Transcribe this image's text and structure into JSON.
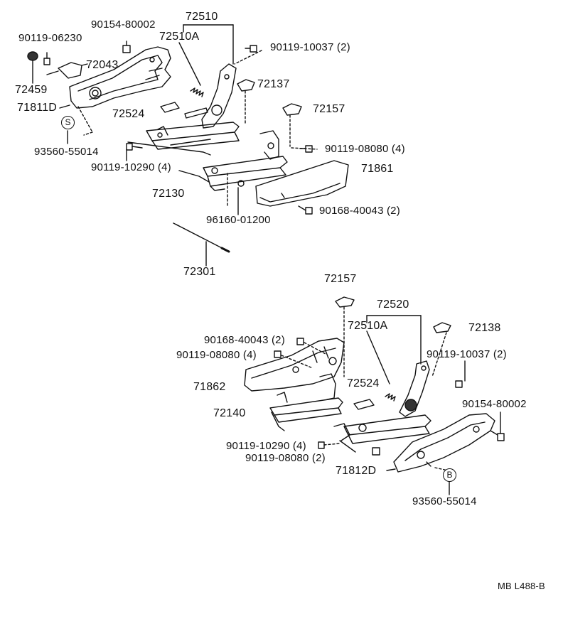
{
  "diagram": {
    "figure_code": "MB L488-B",
    "upper_assembly": {
      "labels": {
        "p72510": "72510",
        "p72510a": "72510A",
        "p90154": "90154-80002",
        "p90119_06230": "90119-06230",
        "p90119_10037": "90119-10037 (2)",
        "p72043": "72043",
        "p72459": "72459",
        "p72137": "72137",
        "p71811d": "71811D",
        "p72524": "72524",
        "p72157": "72157",
        "p93560": "93560-55014",
        "p90119_08080": "90119-08080 (4)",
        "p90119_10290": "90119-10290 (4)",
        "p71861": "71861",
        "p72130": "72130",
        "p90168": "90168-40043 (2)",
        "p96160": "96160-01200",
        "p72301": "72301",
        "badge_s": "S"
      }
    },
    "lower_assembly": {
      "labels": {
        "p72157": "72157",
        "p72520": "72520",
        "p72510a": "72510A",
        "p72138": "72138",
        "p90168": "90168-40043 (2)",
        "p90119_08080_4": "90119-08080 (4)",
        "p90119_10037": "90119-10037 (2)",
        "p71862": "71862",
        "p72524": "72524",
        "p72140": "72140",
        "p90154": "90154-80002",
        "p90119_10290": "90119-10290 (4)",
        "p90119_08080_2": "90119-08080 (2)",
        "p71812d": "71812D",
        "badge_b": "B",
        "p93560": "93560-55014"
      }
    },
    "colors": {
      "ink": "#111111",
      "paper": "#ffffff"
    }
  }
}
